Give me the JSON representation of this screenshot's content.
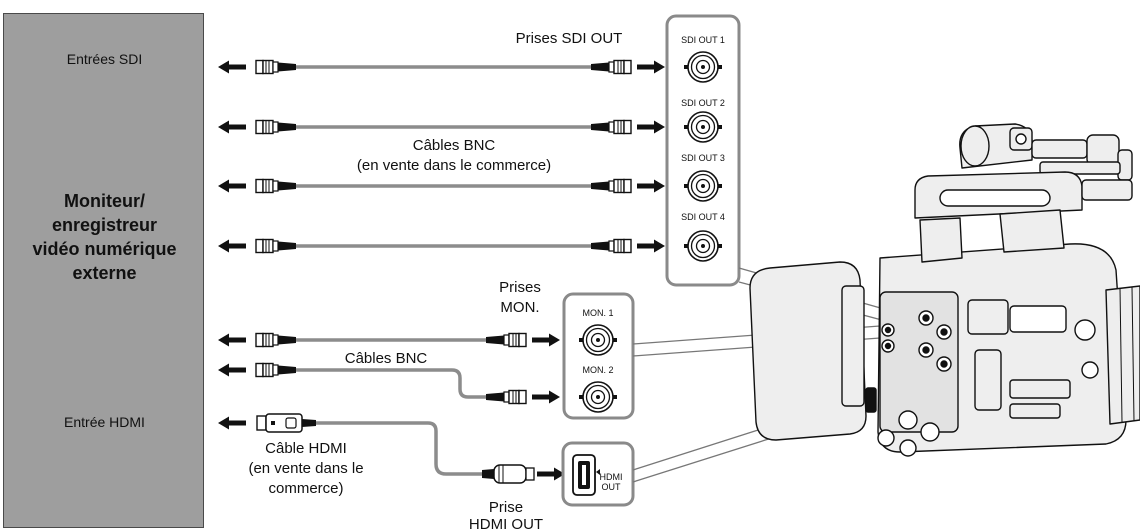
{
  "monitor": {
    "sdi_inputs": "Entrées SDI",
    "title_lines": [
      "Moniteur/",
      "enregistreur",
      "vidéo numérique",
      "externe"
    ],
    "hdmi_input": "Entrée HDMI"
  },
  "labels": {
    "sdi_out_lines": [
      "Prises SDI OUT"
    ],
    "bnc_cables_sdi_lines": [
      "Câbles BNC",
      "(en vente dans le commerce)"
    ],
    "mon_jacks_lines": [
      "Prises",
      "MON."
    ],
    "bnc_cables_mon_lines": [
      "Câbles BNC"
    ],
    "hdmi_cable_lines": [
      "Câble HDMI",
      "(en vente dans le",
      "commerce)"
    ],
    "hdmi_out_lines": [
      "Prise",
      "HDMI OUT"
    ]
  },
  "jacks": {
    "sdi": [
      "SDI OUT 1",
      "SDI OUT 2",
      "SDI OUT 3",
      "SDI OUT 4"
    ],
    "mon": [
      "MON. 1",
      "MON. 2"
    ],
    "hdmi": [
      "HDMI",
      "OUT"
    ]
  },
  "colors": {
    "monitor_fill": "#9e9e9e",
    "cable": "#8c8c8c",
    "panel_border": "#8a8a8a",
    "camera_fill": "#eeeeee",
    "ink": "#111111"
  }
}
